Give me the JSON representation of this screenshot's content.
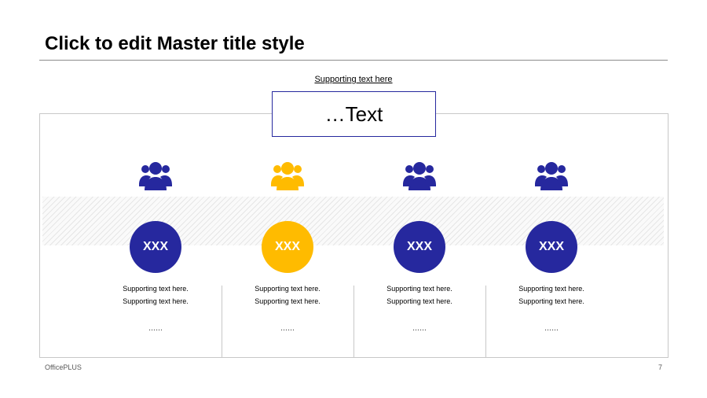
{
  "slide": {
    "title": "Click to edit Master title style",
    "top_supporting_text": "Supporting text here",
    "text_box": "…Text"
  },
  "colors": {
    "primary": "#26289e",
    "accent": "#ffbb00"
  },
  "columns": [
    {
      "icon": "user-group-icon",
      "color": "#26289e",
      "circle_label": "XXX",
      "line1": "Supporting text here.",
      "line2": "Supporting text here.",
      "ellipsis": "……"
    },
    {
      "icon": "user-group-icon",
      "color": "#ffbb00",
      "circle_label": "XXX",
      "line1": "Supporting text here.",
      "line2": "Supporting text here.",
      "ellipsis": "……"
    },
    {
      "icon": "user-group-icon",
      "color": "#26289e",
      "circle_label": "XXX",
      "line1": "Supporting text here.",
      "line2": "Supporting text here.",
      "ellipsis": "……"
    },
    {
      "icon": "user-group-icon",
      "color": "#26289e",
      "circle_label": "XXX",
      "line1": "Supporting text here.",
      "line2": "Supporting text here.",
      "ellipsis": "……"
    }
  ],
  "footer": {
    "brand": "OfficePLUS",
    "page_number": "7"
  }
}
